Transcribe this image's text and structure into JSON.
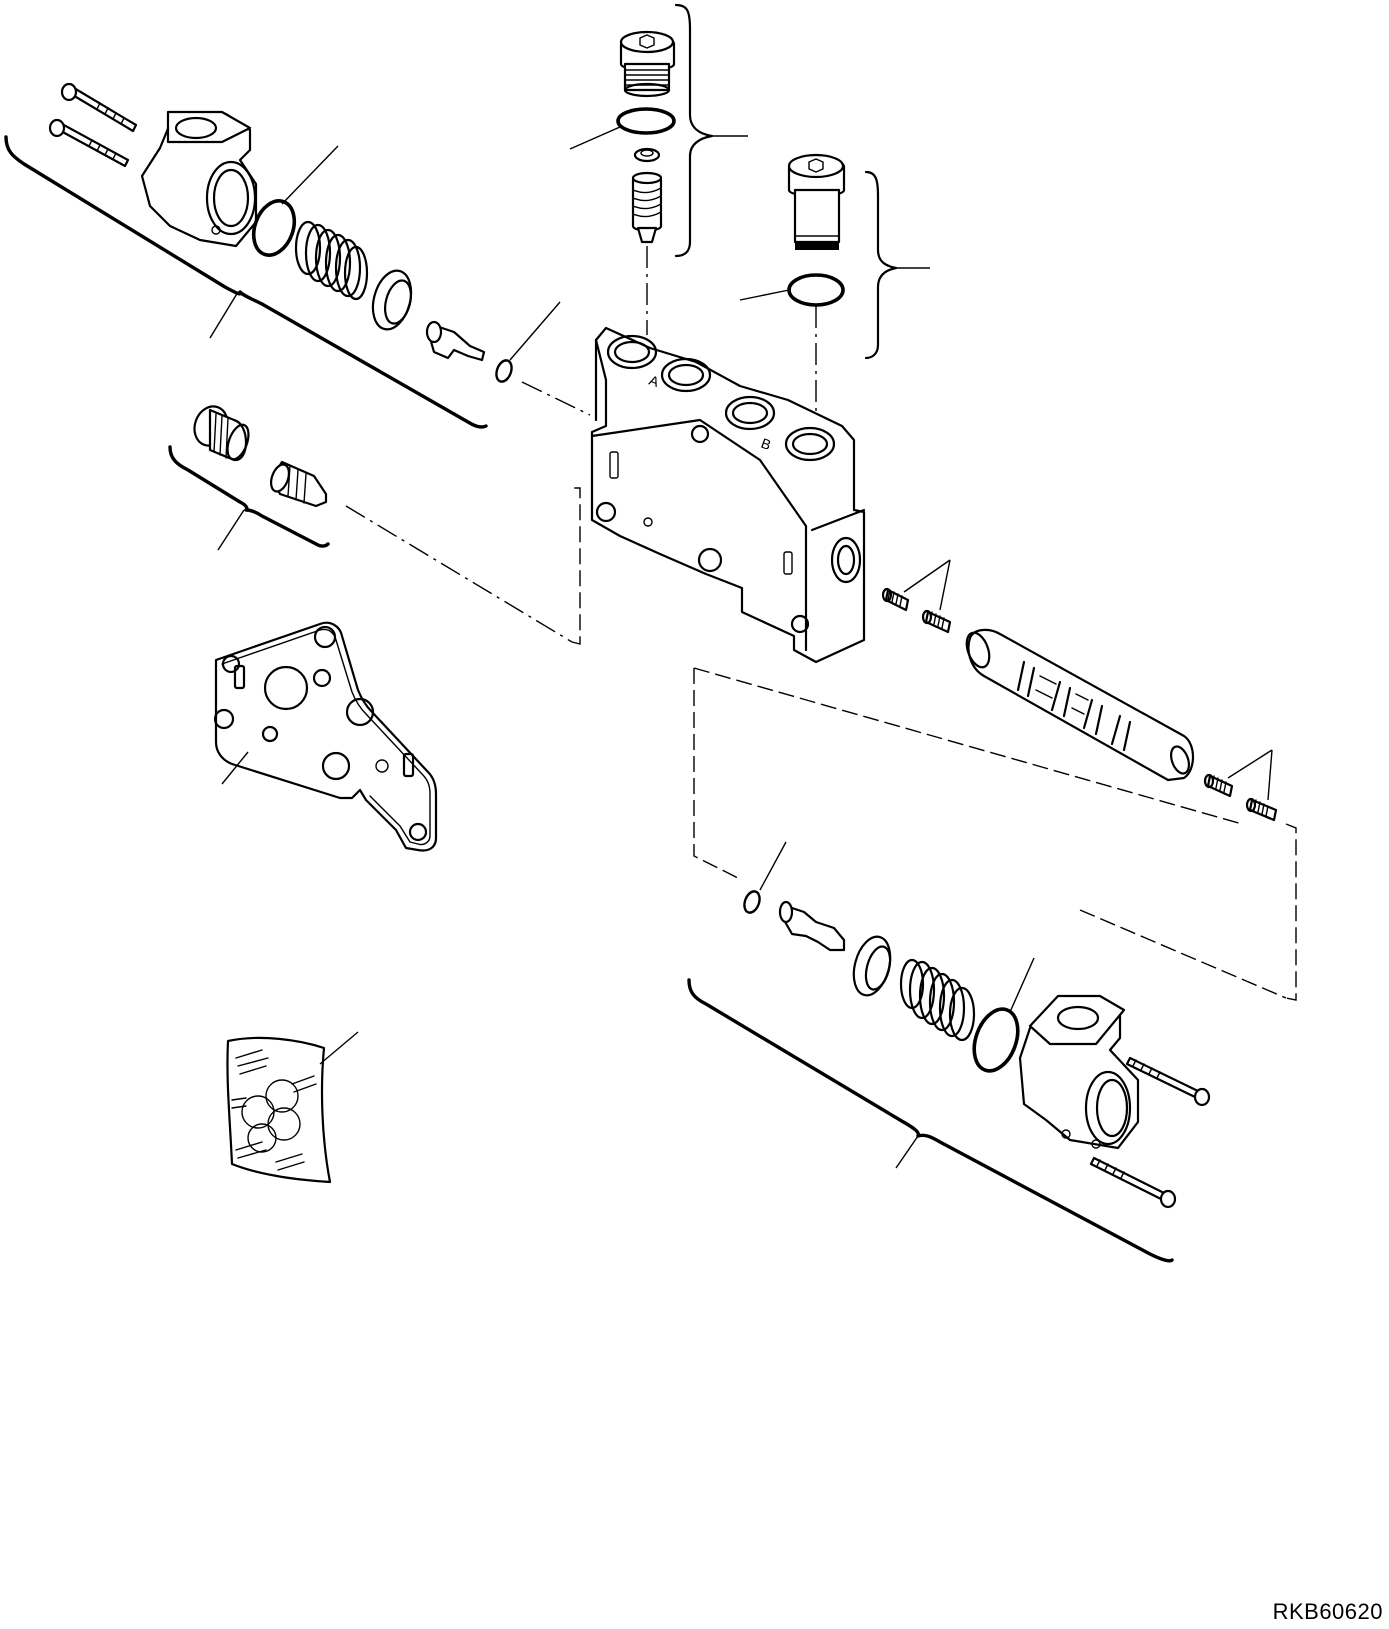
{
  "drawing": {
    "code": "RKB60620",
    "port_labels": [
      "A",
      "B"
    ]
  },
  "colors": {
    "ink": "#000000",
    "paper": "#ffffff"
  }
}
